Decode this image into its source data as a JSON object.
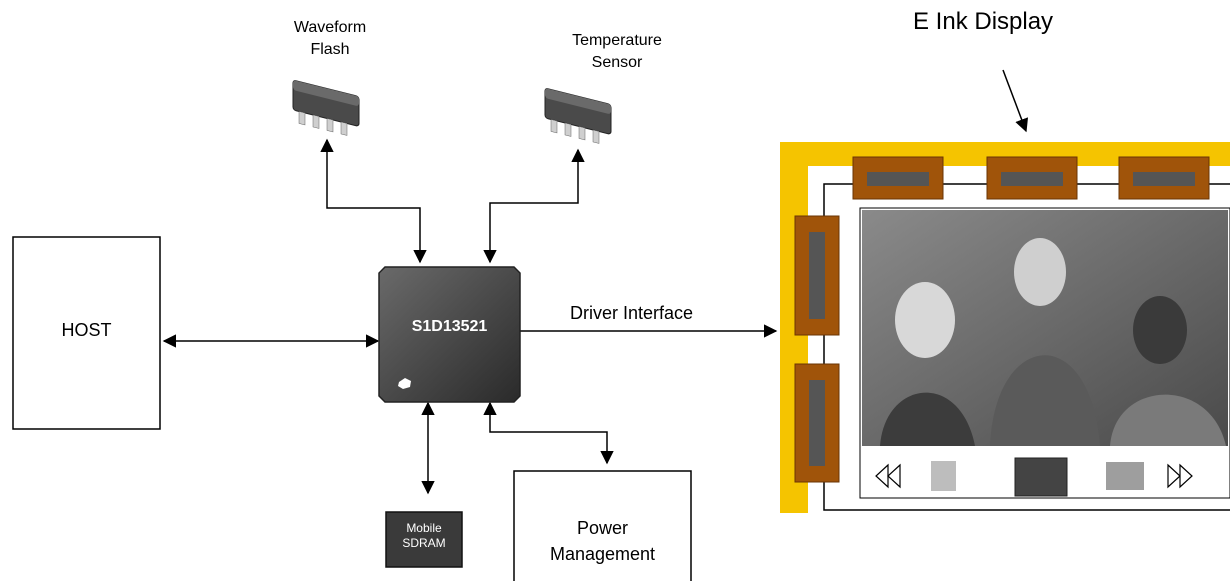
{
  "host": {
    "label": "HOST"
  },
  "controller": {
    "label": "S1D13521"
  },
  "waveform_flash": {
    "label_line1": "Waveform",
    "label_line2": "Flash"
  },
  "temperature_sensor": {
    "label_line1": "Temperature",
    "label_line2": "Sensor"
  },
  "sdram": {
    "label_line1": "Mobile",
    "label_line2": "SDRAM"
  },
  "power": {
    "label_line1": "Power",
    "label_line2": "Management"
  },
  "driver_interface": {
    "label": "Driver Interface"
  },
  "eink": {
    "label": "E Ink Display"
  },
  "colors": {
    "frame_yellow": "#f5c400",
    "driver_brown": "#a0540a",
    "driver_slot": "#555555",
    "chip_body": "#3a3a3a",
    "photo_bg": "#6e6e6e"
  },
  "nav_icons": [
    "rewind-icon",
    "thumbnail-icon",
    "thumbnail-icon",
    "thumbnail-icon",
    "fast-forward-icon"
  ]
}
